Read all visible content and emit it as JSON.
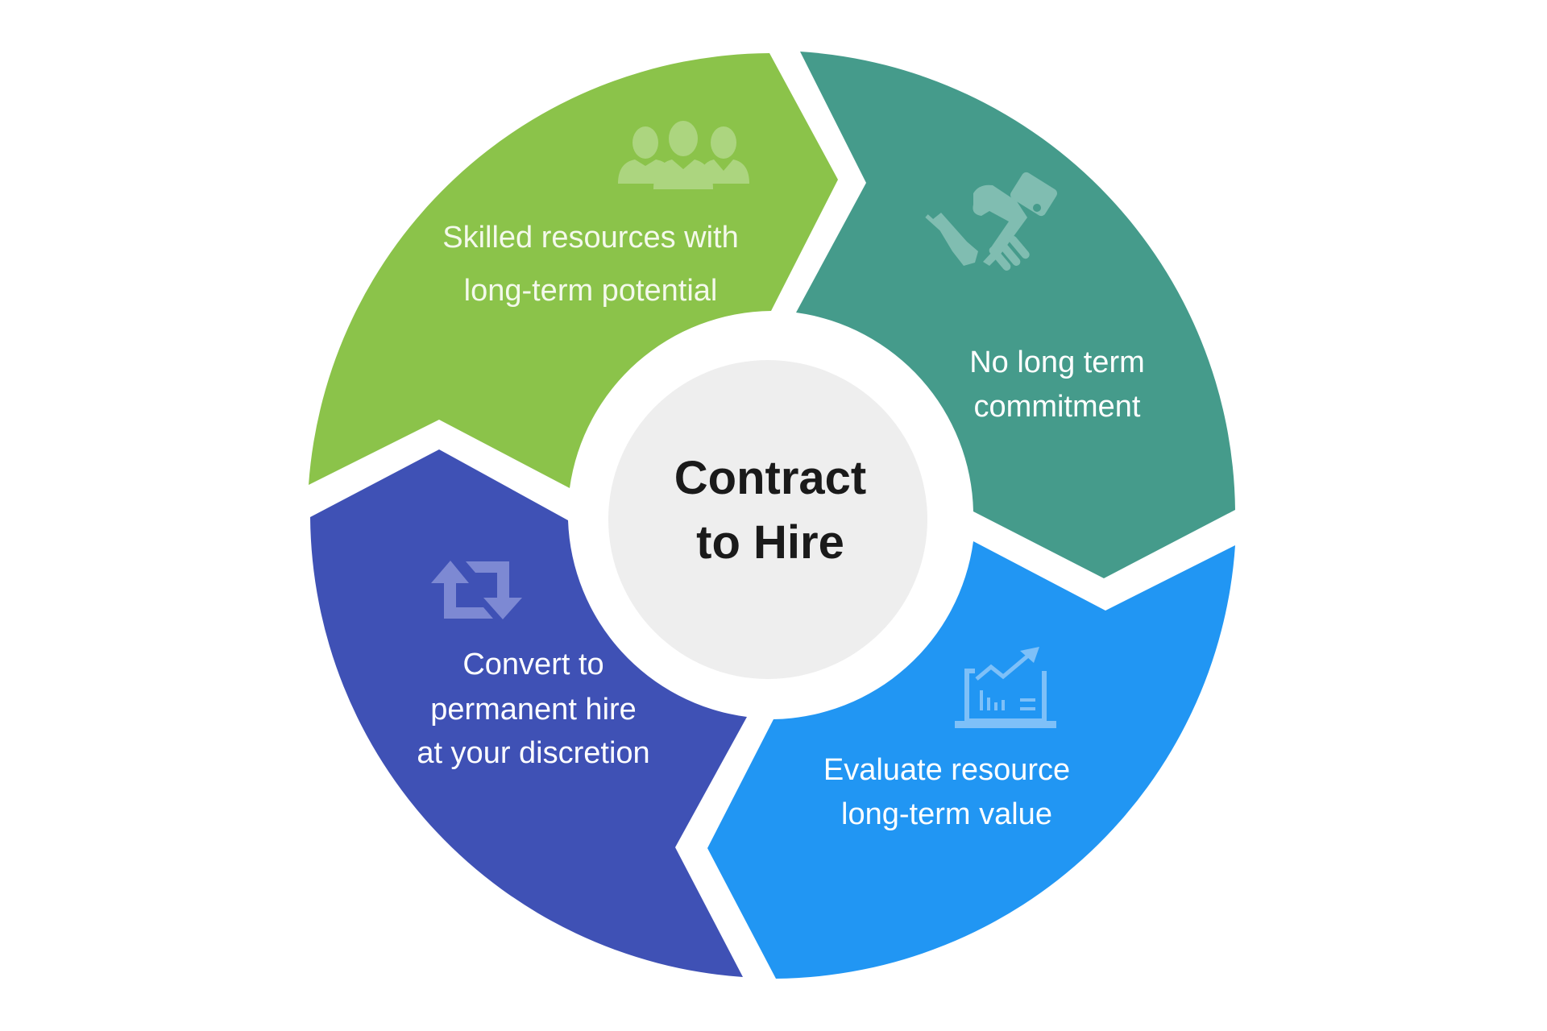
{
  "diagram": {
    "title_lines": [
      "Contract",
      "to Hire"
    ],
    "center_fill": "#eeeeee",
    "center_text_color": "#1a1a1a",
    "segments": [
      {
        "id": "skilled-resources",
        "color": "#8bc34a",
        "icon": "people-group-icon",
        "icon_color": "#acd57f",
        "text_color": "#f4f9ec",
        "lines": [
          "Skilled resources with",
          "long-term potential"
        ]
      },
      {
        "id": "no-commitment",
        "color": "#459b8b",
        "icon": "handshake-icon",
        "icon_color": "#80bdb1",
        "text_color": "#ffffff",
        "lines": [
          "No long term",
          "commitment"
        ]
      },
      {
        "id": "evaluate-value",
        "color": "#2196f3",
        "icon": "laptop-chart-icon",
        "icon_color": "#7ec0f8",
        "text_color": "#ffffff",
        "lines": [
          "Evaluate resource",
          "long-term value"
        ]
      },
      {
        "id": "convert-permanent",
        "color": "#3f51b5",
        "icon": "repeat-arrows-icon",
        "icon_color": "#7d89d3",
        "text_color": "#ffffff",
        "lines": [
          "Convert to",
          "permanent hire",
          "at your discretion"
        ]
      }
    ]
  }
}
